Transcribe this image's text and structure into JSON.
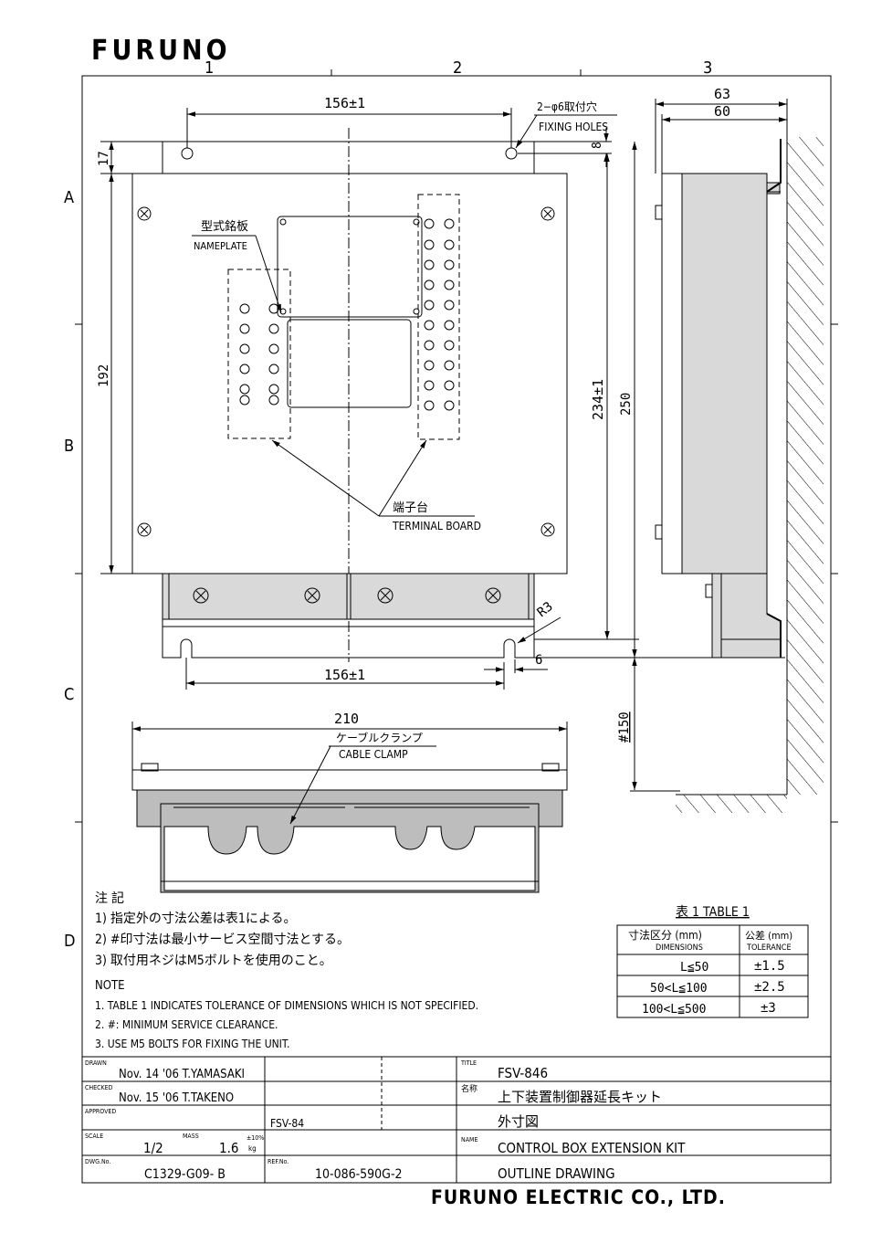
{
  "brand": "FURUNO",
  "footer_company": "FURUNO ELECTRIC CO., LTD.",
  "grid": {
    "cols": [
      "1",
      "2",
      "3"
    ],
    "rows": [
      "A",
      "B",
      "C",
      "D"
    ]
  },
  "front_view": {
    "dim_top_width": "156±1",
    "dim_bottom_width": "156±1",
    "fixing_holes_jp": "2−φ6取付穴",
    "fixing_holes_en": "FIXING HOLES",
    "dim_hole_offset": "8",
    "dim_top_margin": "17",
    "dim_body_height": "192",
    "dim_mount_height": "234±1",
    "dim_total_height": "250",
    "nameplate_jp": "型式銘板",
    "nameplate_en": "NAMEPLATE",
    "terminal_jp": "端子台",
    "terminal_en": "TERMINAL BOARD",
    "dim_radius": "R3",
    "dim_slot": "6"
  },
  "side_view": {
    "dim_depth_outer": "63",
    "dim_depth_inner": "60",
    "dim_clearance": "#150"
  },
  "bottom_view": {
    "dim_width": "210",
    "cable_clamp_jp": "ケーブルクランプ",
    "cable_clamp_en": "CABLE CLAMP"
  },
  "notes": {
    "jp_heading": "注 記",
    "jp_items": [
      "1) 指定外の寸法公差は表1による。",
      "2) #印寸法は最小サービス空間寸法とする。",
      "3) 取付用ネジはM5ボルトを使用のこと。"
    ],
    "en_heading": "NOTE",
    "en_items": [
      "1.   TABLE 1 INDICATES TOLERANCE OF DIMENSIONS WHICH IS NOT SPECIFIED.",
      "2.   #: MINIMUM SERVICE CLEARANCE.",
      "3.   USE M5 BOLTS FOR FIXING THE UNIT."
    ]
  },
  "table1": {
    "title": "表 1  TABLE 1",
    "head_dim_jp": "寸法区分 (mm)",
    "head_dim_en": "DIMENSIONS",
    "head_tol_jp": "公差 (mm)",
    "head_tol_en": "TOLERANCE",
    "rows": [
      {
        "dim": "L≦50",
        "tol": "±1.5"
      },
      {
        "dim": "50<L≦100",
        "tol": "±2.5"
      },
      {
        "dim": "100<L≦500",
        "tol": "±3"
      }
    ]
  },
  "title_block": {
    "drawn_label": "DRAWN",
    "drawn_value": "Nov. 14 '06  T.YAMASAKI",
    "checked_label": "CHECKED",
    "checked_value": "Nov. 15 '06  T.TAKENO",
    "approved_label": "APPROVED",
    "model_ref": "FSV-84",
    "scale_label": "SCALE",
    "scale_value": "1/2",
    "mass_label": "MASS",
    "mass_value": "1.6",
    "mass_tol": "±10%",
    "mass_unit": "kg",
    "dwg_label": "DWG.No.",
    "dwg_value": "C1329-G09- B",
    "ref_label": "REF.No.",
    "ref_value": "10-086-590G-2",
    "title_label": "TITLE",
    "title_value": "FSV-846",
    "name_jp_label": "名称",
    "name_jp_value": "上下装置制御器延長キット",
    "name_jp_value2": "外寸図",
    "name_label": "NAME",
    "name_value": "CONTROL BOX EXTENSION KIT",
    "name_value2": "OUTLINE DRAWING"
  }
}
